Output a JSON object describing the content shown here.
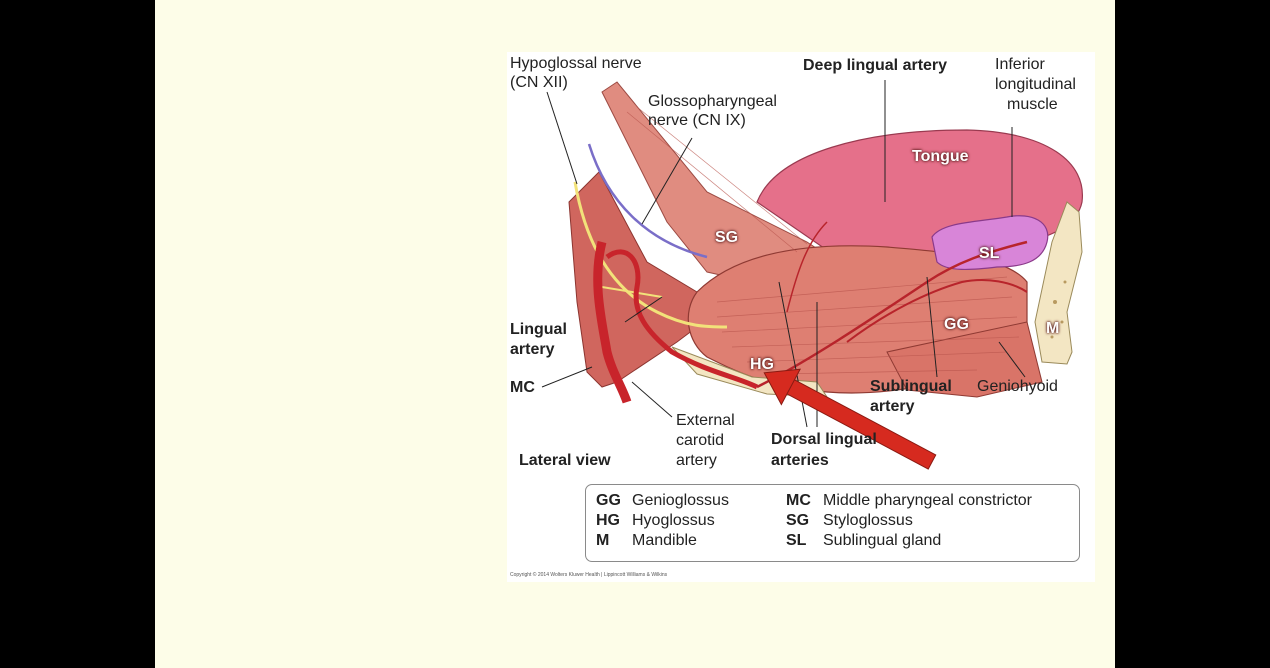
{
  "labels": {
    "hypoglossal_nerve": "Hypoglossal nerve",
    "hypoglossal_nerve_cn": "(CN XII)",
    "glossopharyngeal_nerve_1": "Glossopharyngeal",
    "glossopharyngeal_nerve_2": "nerve (CN IX)",
    "deep_lingual_artery": "Deep lingual artery",
    "inferior_longitudinal_1": "Inferior",
    "inferior_longitudinal_2": "longitudinal",
    "inferior_longitudinal_3": "muscle",
    "tongue": "Tongue",
    "sg": "SG",
    "sl": "SL",
    "gg": "GG",
    "m": "M",
    "hg": "HG",
    "lingual_artery_1": "Lingual",
    "lingual_artery_2": "artery",
    "mc": "MC",
    "sublingual_artery_1": "Sublingual",
    "sublingual_artery_2": "artery",
    "geniohyoid": "Geniohyoid",
    "external_carotid_1": "External",
    "external_carotid_2": "carotid",
    "external_carotid_3": "artery",
    "dorsal_lingual_1": "Dorsal lingual",
    "dorsal_lingual_2": "arteries",
    "lateral_view": "Lateral view"
  },
  "legend": {
    "left": [
      {
        "abbr": "GG",
        "full": "Genioglossus"
      },
      {
        "abbr": "HG",
        "full": "Hyoglossus"
      },
      {
        "abbr": "M",
        "full": "Mandible"
      }
    ],
    "right": [
      {
        "abbr": "MC",
        "full": "Middle pharyngeal constrictor"
      },
      {
        "abbr": "SG",
        "full": "Styloglossus"
      },
      {
        "abbr": "SL",
        "full": "Sublingual gland"
      }
    ]
  },
  "copyright": "Copyright © 2014 Wolters Kluwer Health | Lippincott Williams & Wilkins",
  "colors": {
    "background": "#000000",
    "slide": "#fdfde8",
    "muscle": "#d9786e",
    "tongue": "#e0657f",
    "artery": "#c8242b",
    "nerve": "#f2e27a",
    "sublingual_gland": "#d985d9",
    "bone": "#f3e6c3",
    "pointer_arrow": "#d62a1f"
  }
}
